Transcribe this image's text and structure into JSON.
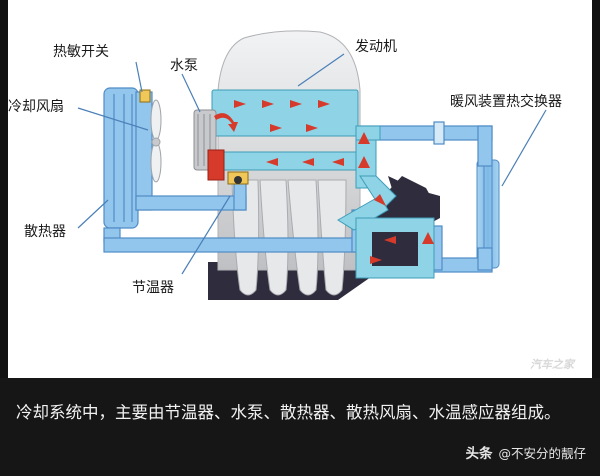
{
  "diagram": {
    "labels": {
      "engine": "发动机",
      "water_pump": "水泵",
      "thermo_switch": "热敏开关",
      "cooling_fan": "冷却风扇",
      "heater_core": "暖风装置热交换器",
      "radiator": "散热器",
      "thermostat": "节温器"
    },
    "watermark": "汽车之家",
    "colors": {
      "coolant": "#8fd3e6",
      "pipe": "#92c6ec",
      "pipe_stroke": "#4f8cc6",
      "flow_arrow": "#d63a2a",
      "engine_block": "#d9dadc",
      "dark_block": "#2f2c3e"
    }
  },
  "caption": {
    "text": "冷却系统中，主要由节温器、水泵、散热器、散热风扇、水温感应器组成。"
  },
  "source": {
    "brand": "头条",
    "author": "@不安分的靓仔"
  }
}
